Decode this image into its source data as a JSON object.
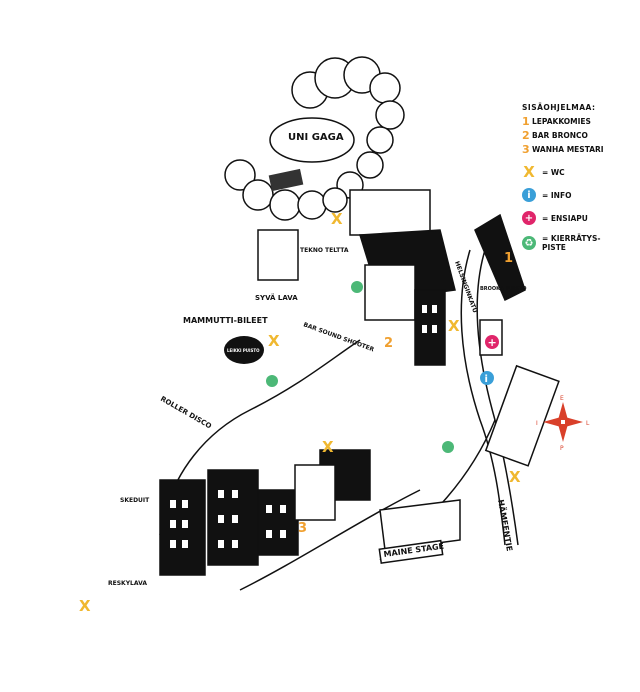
{
  "legend": {
    "title": "SISÄOHJELMAA:",
    "venues": [
      {
        "number": "1",
        "name": "LEPAKKOMIES"
      },
      {
        "number": "2",
        "name": "BAR BRONCO"
      },
      {
        "number": "3",
        "name": "WANHA MESTARI"
      }
    ],
    "symbols": [
      {
        "icon": "wc-x-icon",
        "glyph": "X",
        "label": "= WC",
        "color": "#f0b830"
      },
      {
        "icon": "info-icon",
        "glyph": "i",
        "label": "= INFO",
        "color": "#3a9fd8"
      },
      {
        "icon": "first-aid-icon",
        "glyph": "+",
        "label": "= ENSIAPU",
        "color": "#e0256a"
      },
      {
        "icon": "recycling-icon",
        "glyph": "♻",
        "label": "= KIERRÄTYS-PISTE",
        "color": "#4cb877"
      }
    ]
  },
  "places": {
    "uni_gaga": "UNI GAGA",
    "tekno_teltta": "TEKNO TELTTA",
    "syva_lava": "SYVÄ LAVA",
    "mammutti": "MAMMUTTI-BILEET",
    "roller_disco": "ROLLER DISCO",
    "leikkipuisto": "LEIKKI PUISTO",
    "bar_sound": "BAR SOUND SHOOTER",
    "maine_stage": "MAINE STAGE",
    "skeduit": "SKEDUIT",
    "reskylava": "RESKYLAVA",
    "puisto": "BROOKA PUISTO"
  },
  "streets": {
    "helsinginkatu": "HELSINGINKATU",
    "hameentie": "HÄMEENTIE"
  },
  "compass": {
    "n": "P",
    "s": "E",
    "w": "I",
    "e": "L"
  },
  "markers": {
    "one": "1",
    "two": "2",
    "three": "3",
    "wc": "X"
  },
  "colors": {
    "wc": "#f0b830",
    "number": "#f0a030",
    "info": "#3a9fd8",
    "first_aid": "#e0256a",
    "recycle": "#4cb877",
    "compass": "#d9402a"
  }
}
